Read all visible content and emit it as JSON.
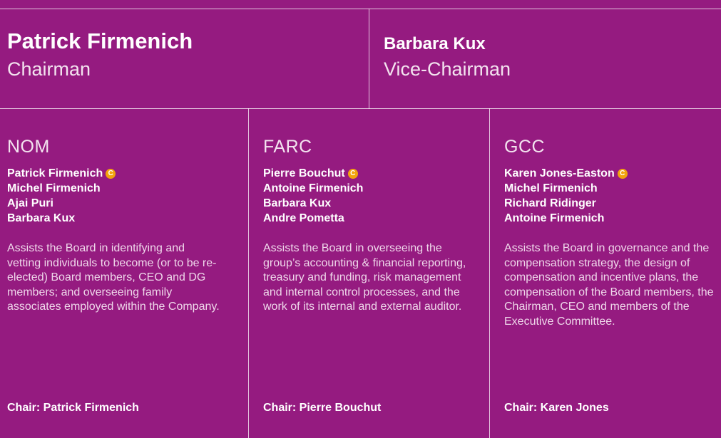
{
  "leaders": [
    {
      "name": "Patrick Firmenich",
      "role": "Chairman"
    },
    {
      "name": "Barbara Kux",
      "role": "Vice-Chairman"
    }
  ],
  "chair_badge": "C",
  "committees": [
    {
      "title": "NOM",
      "members": [
        "Patrick Firmenich",
        "Michel Firmenich",
        "Ajai Puri",
        "Barbara Kux"
      ],
      "chair_marker_index": 0,
      "description": "Assists the Board in identifying and vetting individuals to become (or to be re-elected) Board members, CEO and DG members; and overseeing family associates employed within the Company.",
      "chair": "Chair: Patrick Firmenich"
    },
    {
      "title": "FARC",
      "members": [
        "Pierre Bouchut",
        "Antoine Firmenich",
        "Barbara Kux",
        "Andre Pometta"
      ],
      "chair_marker_index": 0,
      "description": "Assists the Board in overseeing the group’s accounting & financial reporting, treasury and funding, risk management and internal control processes, and the work of its internal and external auditor.",
      "chair": "Chair: Pierre Bouchut"
    },
    {
      "title": "GCC",
      "members": [
        "Karen Jones-Easton",
        "Michel Firmenich",
        "Richard Ridinger",
        "Antoine Firmenich"
      ],
      "chair_marker_index": 0,
      "description": "Assists the Board in governance and the compensation strategy, the design of compensation and incentive plans, the compensation of the Board members, the Chairman, CEO and members of the Executive Committee.",
      "chair": "Chair: Karen Jones"
    }
  ],
  "colors": {
    "background": "#951b80",
    "chair_badge": "#f2a40c"
  }
}
